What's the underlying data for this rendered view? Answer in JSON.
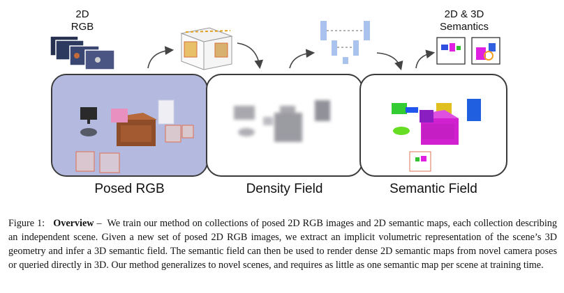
{
  "labels": {
    "rgb_top": [
      "2D",
      "RGB"
    ],
    "sem_top": [
      "2D & 3D",
      "Semantics"
    ]
  },
  "panels": [
    {
      "title": "Posed RGB"
    },
    {
      "title": "Density Field"
    },
    {
      "title": "Semantic Field"
    }
  ],
  "caption": {
    "figure_label": "Figure 1:",
    "bold": "Overview",
    "dash": "–",
    "text": "We train our method on collections of posed 2D RGB images and 2D semantic maps, each collection describing an independent scene. Given a new set of posed 2D RGB images, we extract an implicit volumetric representation of the scene’s 3D geometry and infer a 3D semantic field. The semantic field can then be used to render dense 2D semantic maps from novel camera poses or queried directly in 3D. Our method generalizes to novel scenes, and requires as little as one semantic map per scene at training time."
  },
  "colors": {
    "panel_border": "#3a3a3a",
    "rgb_bg": "#b7bde0",
    "density_bg": "#ffffff",
    "semantic_bg": "#ffffff",
    "network_blue": "#a9c3ee",
    "arrow": "#444444"
  }
}
